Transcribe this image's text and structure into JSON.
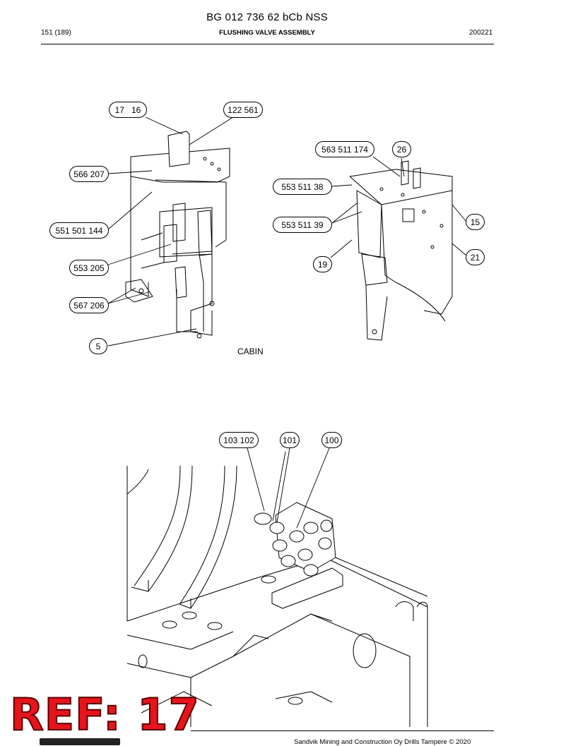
{
  "header": {
    "document_title": "BG 012 736 62 bCb NSS",
    "page_number": "151 (189)",
    "section_title": "FLUSHING VALVE ASSEMBLY",
    "doc_date": "200221"
  },
  "figure_top": {
    "caption": "CABIN",
    "callouts": [
      "17",
      "16",
      "122",
      "561",
      "566",
      "207",
      "551",
      "501",
      "144",
      "553",
      "205",
      "567",
      "206",
      "5",
      "563",
      "511",
      "174",
      "26",
      "553",
      "511",
      "38",
      "553",
      "511",
      "39",
      "15",
      "21",
      "19"
    ]
  },
  "figure_bottom": {
    "callouts": [
      "103",
      "102",
      "101",
      "100"
    ]
  },
  "stamp": {
    "text": "REF: 17",
    "color": "#e8141b"
  },
  "footer": {
    "copyright": "Sandvik Mining and Construction Oy Drills Tampere © 2020"
  }
}
